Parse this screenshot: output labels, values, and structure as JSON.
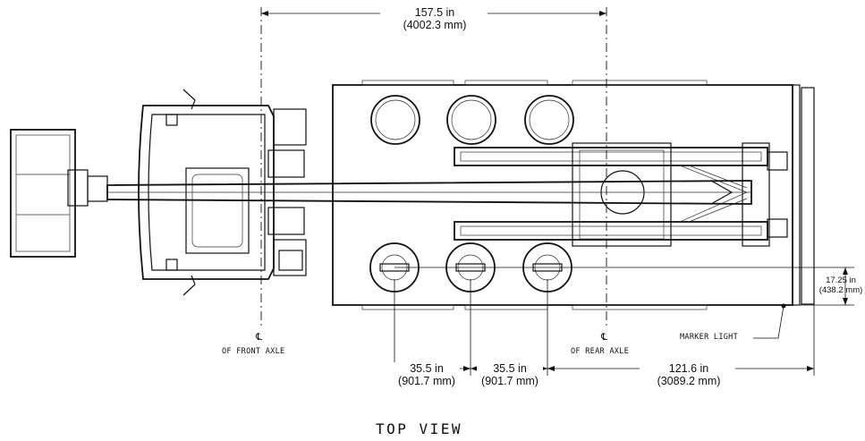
{
  "dimensions": {
    "overall": {
      "in": "157.5 in",
      "mm": "(4002.3 mm)"
    },
    "spacing_1": {
      "in": "35.5 in",
      "mm": "(901.7 mm)"
    },
    "spacing_2": {
      "in": "35.5 in",
      "mm": "(901.7 mm)"
    },
    "rear": {
      "in": "121.6 in",
      "mm": "(3089.2 mm)"
    },
    "offset": {
      "in": "17.25 in",
      "mm": "(438.2 mm)"
    }
  },
  "labels": {
    "centerline_symbol": "℄",
    "front_axle": "OF FRONT AXLE",
    "rear_axle": "OF REAR AXLE",
    "marker_light": "MARKER LIGHT",
    "view_title": "TOP VIEW"
  }
}
